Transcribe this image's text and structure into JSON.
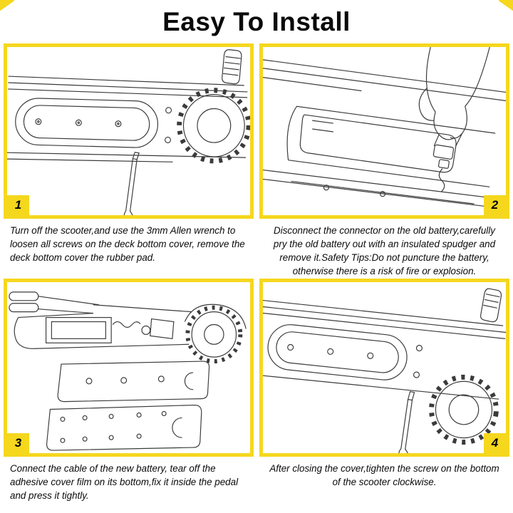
{
  "title": "Easy To Install",
  "colors": {
    "accent_yellow": "#F5D71E",
    "line_ink": "#3b3b3b"
  },
  "steps": [
    {
      "number": "1",
      "illustration": "scooter-deck-bottom-allen-wrench-drawing",
      "caption": "Turn off the scooter,and use the 3mm Allen wrench to loosen all screws on the deck bottom cover, remove the deck bottom cover the rubber pad."
    },
    {
      "number": "2",
      "illustration": "hand-disconnecting-battery-connector-drawing",
      "caption": "Disconnect the connector on the old battery,carefully pry the old battery out with an insulated spudger and remove it.Safety Tips:Do not puncture the battery, otherwise there is a risk of fire or explosion."
    },
    {
      "number": "3",
      "illustration": "scooter-side-view-with-cover-plates-drawing",
      "caption": "Connect the cable of the new battery, tear off the adhesive cover film on its bottom,fix it inside the pedal and press it tightly."
    },
    {
      "number": "4",
      "illustration": "scooter-deck-screwdriver-tightening-drawing",
      "caption": "After closing the cover,tighten the screw on the bottom of the scooter clockwise."
    }
  ]
}
